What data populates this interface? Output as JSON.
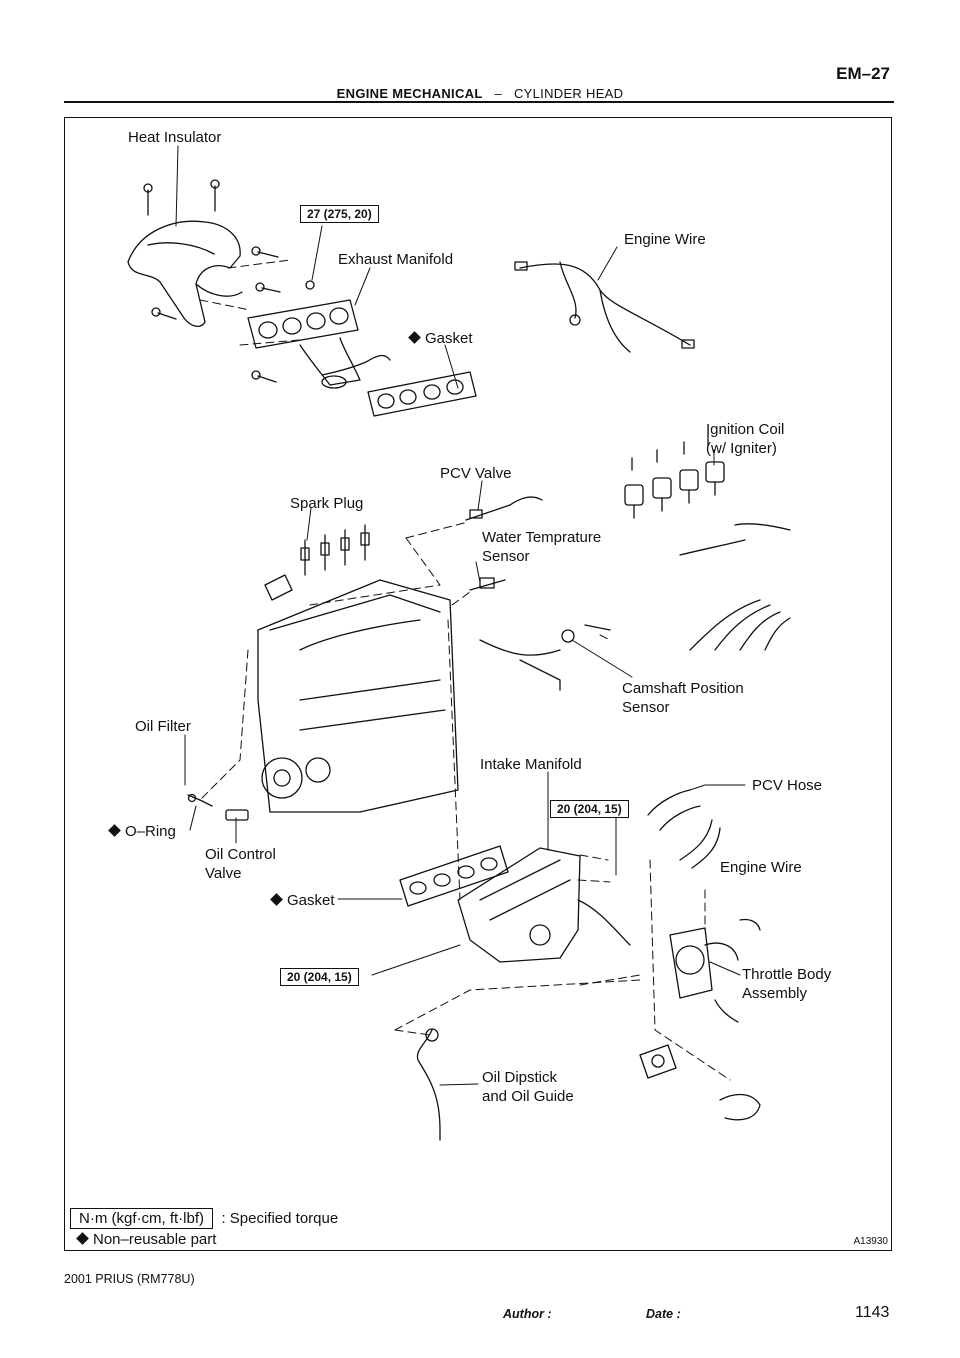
{
  "header": {
    "section": "ENGINE MECHANICAL",
    "separator": "–",
    "subsection": "CYLINDER HEAD",
    "page_code": "EM–27"
  },
  "labels": {
    "heat_insulator": "Heat Insulator",
    "exhaust_manifold": "Exhaust Manifold",
    "engine_wire_top": "Engine Wire",
    "gasket_exhaust": "Gasket",
    "ignition_coil_1": "Ignition Coil",
    "ignition_coil_2": "(w/ Igniter)",
    "pcv_valve": "PCV Valve",
    "spark_plug": "Spark Plug",
    "water_temp_1": "Water Temprature",
    "water_temp_2": "Sensor",
    "camshaft_1": "Camshaft Position",
    "camshaft_2": "Sensor",
    "oil_filter": "Oil Filter",
    "intake_manifold": "Intake Manifold",
    "pcv_hose": "PCV Hose",
    "o_ring": "O–Ring",
    "oil_control_1": "Oil Control",
    "oil_control_2": "Valve",
    "engine_wire_bottom": "Engine Wire",
    "gasket_intake": "Gasket",
    "throttle_1": "Throttle Body",
    "throttle_2": "Assembly",
    "dipstick_1": "Oil Dipstick",
    "dipstick_2": "and Oil Guide"
  },
  "torques": {
    "exhaust": "27 (275, 20)",
    "intake_upper": "20 (204, 15)",
    "intake_lower": "20 (204, 15)"
  },
  "legend": {
    "unit": "N·m (kgf·cm, ft·lbf)",
    "unit_desc": ": Specified torque",
    "nonreusable": "Non–reusable part"
  },
  "figure_id": "A13930",
  "footer": {
    "model": "2001 PRIUS   (RM778U)",
    "author": "Author :",
    "date": "Date :",
    "page_number": "1143"
  },
  "colors": {
    "ink": "#111111",
    "paper": "#ffffff"
  }
}
